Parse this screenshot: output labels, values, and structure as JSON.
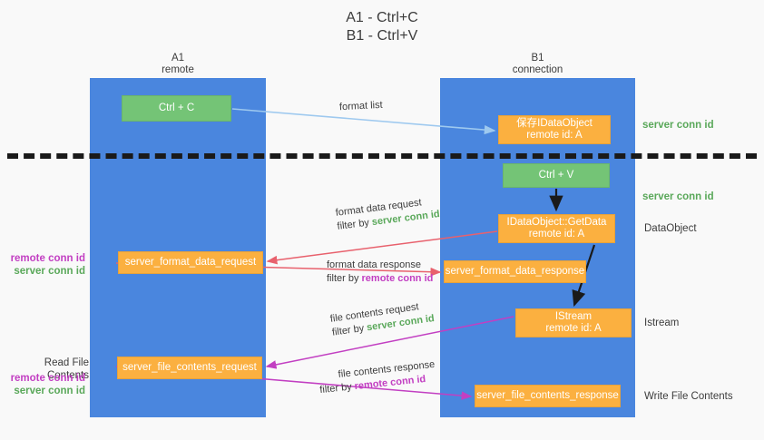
{
  "title": "A1 - Ctrl+C\nB1 - Ctrl+V",
  "columns": {
    "left": {
      "name": "A1",
      "role": "remote",
      "header": "A1\nremote"
    },
    "right": {
      "name": "B1",
      "role": "connection",
      "header": "B1\nconnection"
    }
  },
  "colors": {
    "lane": "#4a86de",
    "green_box": "#74c476",
    "orange_box": "#fbb040",
    "server_conn": "#5aa85a",
    "remote_conn": "#c23fc2",
    "arrow_blue": "#9ec9ef",
    "arrow_red": "#e8616d",
    "arrow_magenta": "#c23fc2",
    "arrow_black": "#1a1a1a",
    "divider": "#1a1a1a",
    "background": "#f9f9f9"
  },
  "boxes": {
    "ctrl_c": "Ctrl + C",
    "save_idataobject": "保存IDataObject\nremote id: A",
    "ctrl_v": "Ctrl + V",
    "getdata": "IDataObject::GetData\nremote id: A",
    "istream": "IStream\nremote id: A",
    "server_format_data_request": "server_format_data_request",
    "server_format_data_response": "server_format_data_response",
    "server_file_contents_request": "server_file_contents_request",
    "server_file_contents_response": "server_file_contents_response"
  },
  "right_annotations": {
    "server_conn_id_1": "server conn id",
    "server_conn_id_2": "server conn id",
    "dataobject": "DataObject",
    "istream": "Istream",
    "write_file_contents": "Write File Contents"
  },
  "left_annotations": {
    "read_file_contents": "Read File Contents",
    "remote_conn_id_1": "remote conn id",
    "server_conn_id_1": "server conn id",
    "remote_conn_id_2": "remote conn id",
    "server_conn_id_2": "server conn id"
  },
  "edges": {
    "format_list": "format list",
    "format_data_request": "format data request",
    "format_data_request_filter_prefix": "filter by ",
    "format_data_request_filter_value": "server conn id",
    "format_data_response": "format data response",
    "format_data_response_filter_prefix": "filter by ",
    "format_data_response_filter_value": "remote conn id",
    "file_contents_request": "file contents request",
    "file_contents_request_filter_prefix": "filter by ",
    "file_contents_request_filter_value": "server conn id",
    "file_contents_response": "file contents response",
    "file_contents_response_filter_prefix": "filter by ",
    "file_contents_response_filter_value": "remote conn id"
  }
}
